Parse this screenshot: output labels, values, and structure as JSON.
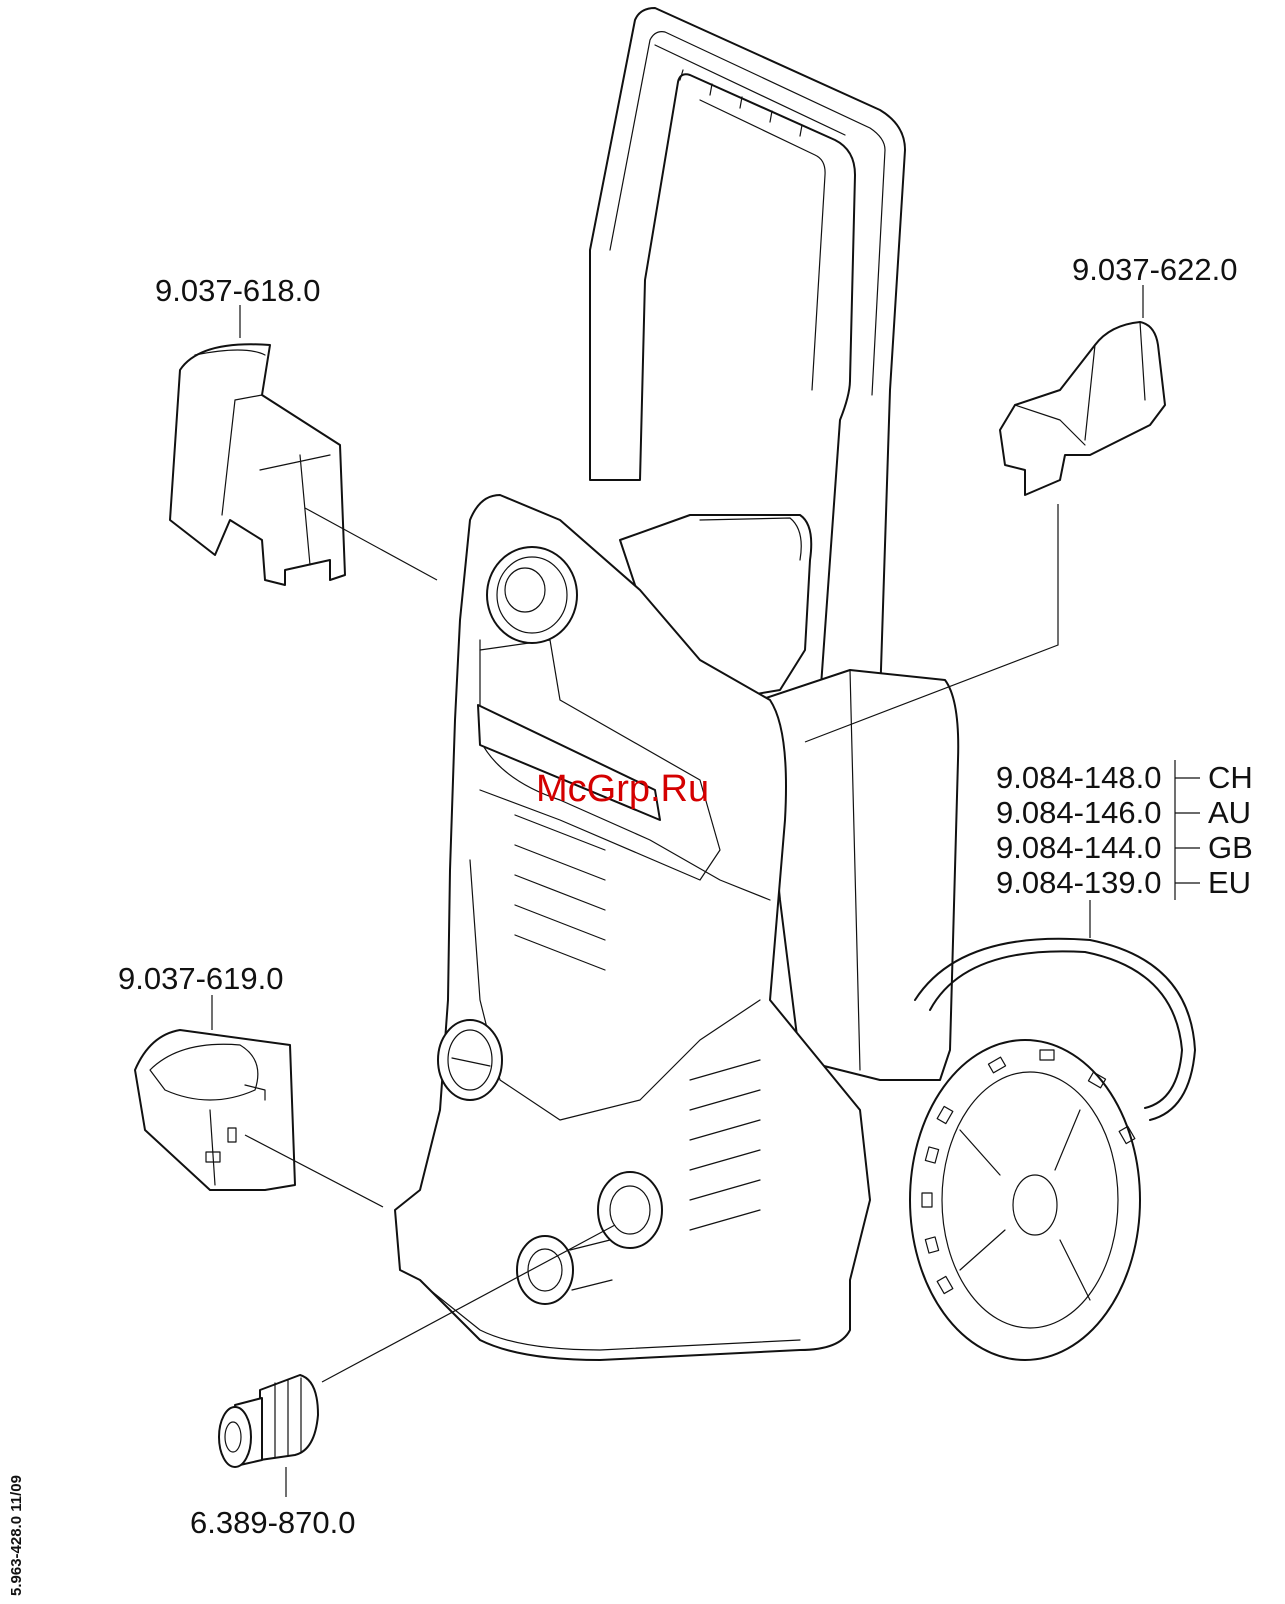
{
  "document_number": "5.963-428.0  11/09",
  "watermark": "McGrp.Ru",
  "parts": {
    "holder_left_top": "9.037-618.0",
    "holder_right_top": "9.037-622.0",
    "holder_left_bottom": "9.037-619.0",
    "hose_connector": "6.389-870.0"
  },
  "variants": [
    {
      "code": "9.084-148.0",
      "country": "CH"
    },
    {
      "code": "9.084-146.0",
      "country": "AU"
    },
    {
      "code": "9.084-144.0",
      "country": "GB"
    },
    {
      "code": "9.084-139.0",
      "country": "EU"
    }
  ]
}
